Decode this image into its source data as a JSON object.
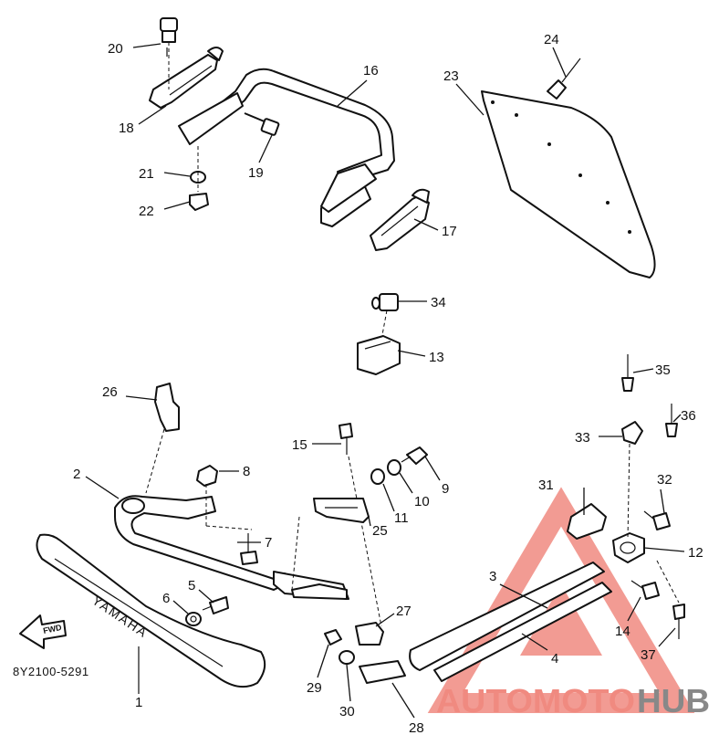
{
  "diagram_code": "8Y2100-5291",
  "fwd_label": "FWD",
  "brand_text": "YAMAHA",
  "watermark": {
    "part1": "AUTOMOTO",
    "part2": "HUB"
  },
  "colors": {
    "watermark_red": "#f08a80",
    "watermark_gray": "#888888",
    "line": "#111111"
  },
  "callouts": {
    "c1": "1",
    "c2": "2",
    "c3": "3",
    "c4": "4",
    "c5": "5",
    "c6": "6",
    "c7": "7",
    "c8": "8",
    "c9": "9",
    "c10": "10",
    "c11": "11",
    "c12": "12",
    "c13": "13",
    "c14": "14",
    "c15": "15",
    "c16": "16",
    "c17": "17",
    "c18": "18",
    "c19": "19",
    "c20": "20",
    "c21": "21",
    "c22": "22",
    "c23": "23",
    "c24": "24",
    "c25": "25",
    "c26": "26",
    "c27": "27",
    "c28": "28",
    "c29": "29",
    "c30": "30",
    "c31": "31",
    "c32": "32",
    "c33": "33",
    "c34": "34",
    "c35": "35",
    "c36": "36",
    "c37": "37"
  }
}
